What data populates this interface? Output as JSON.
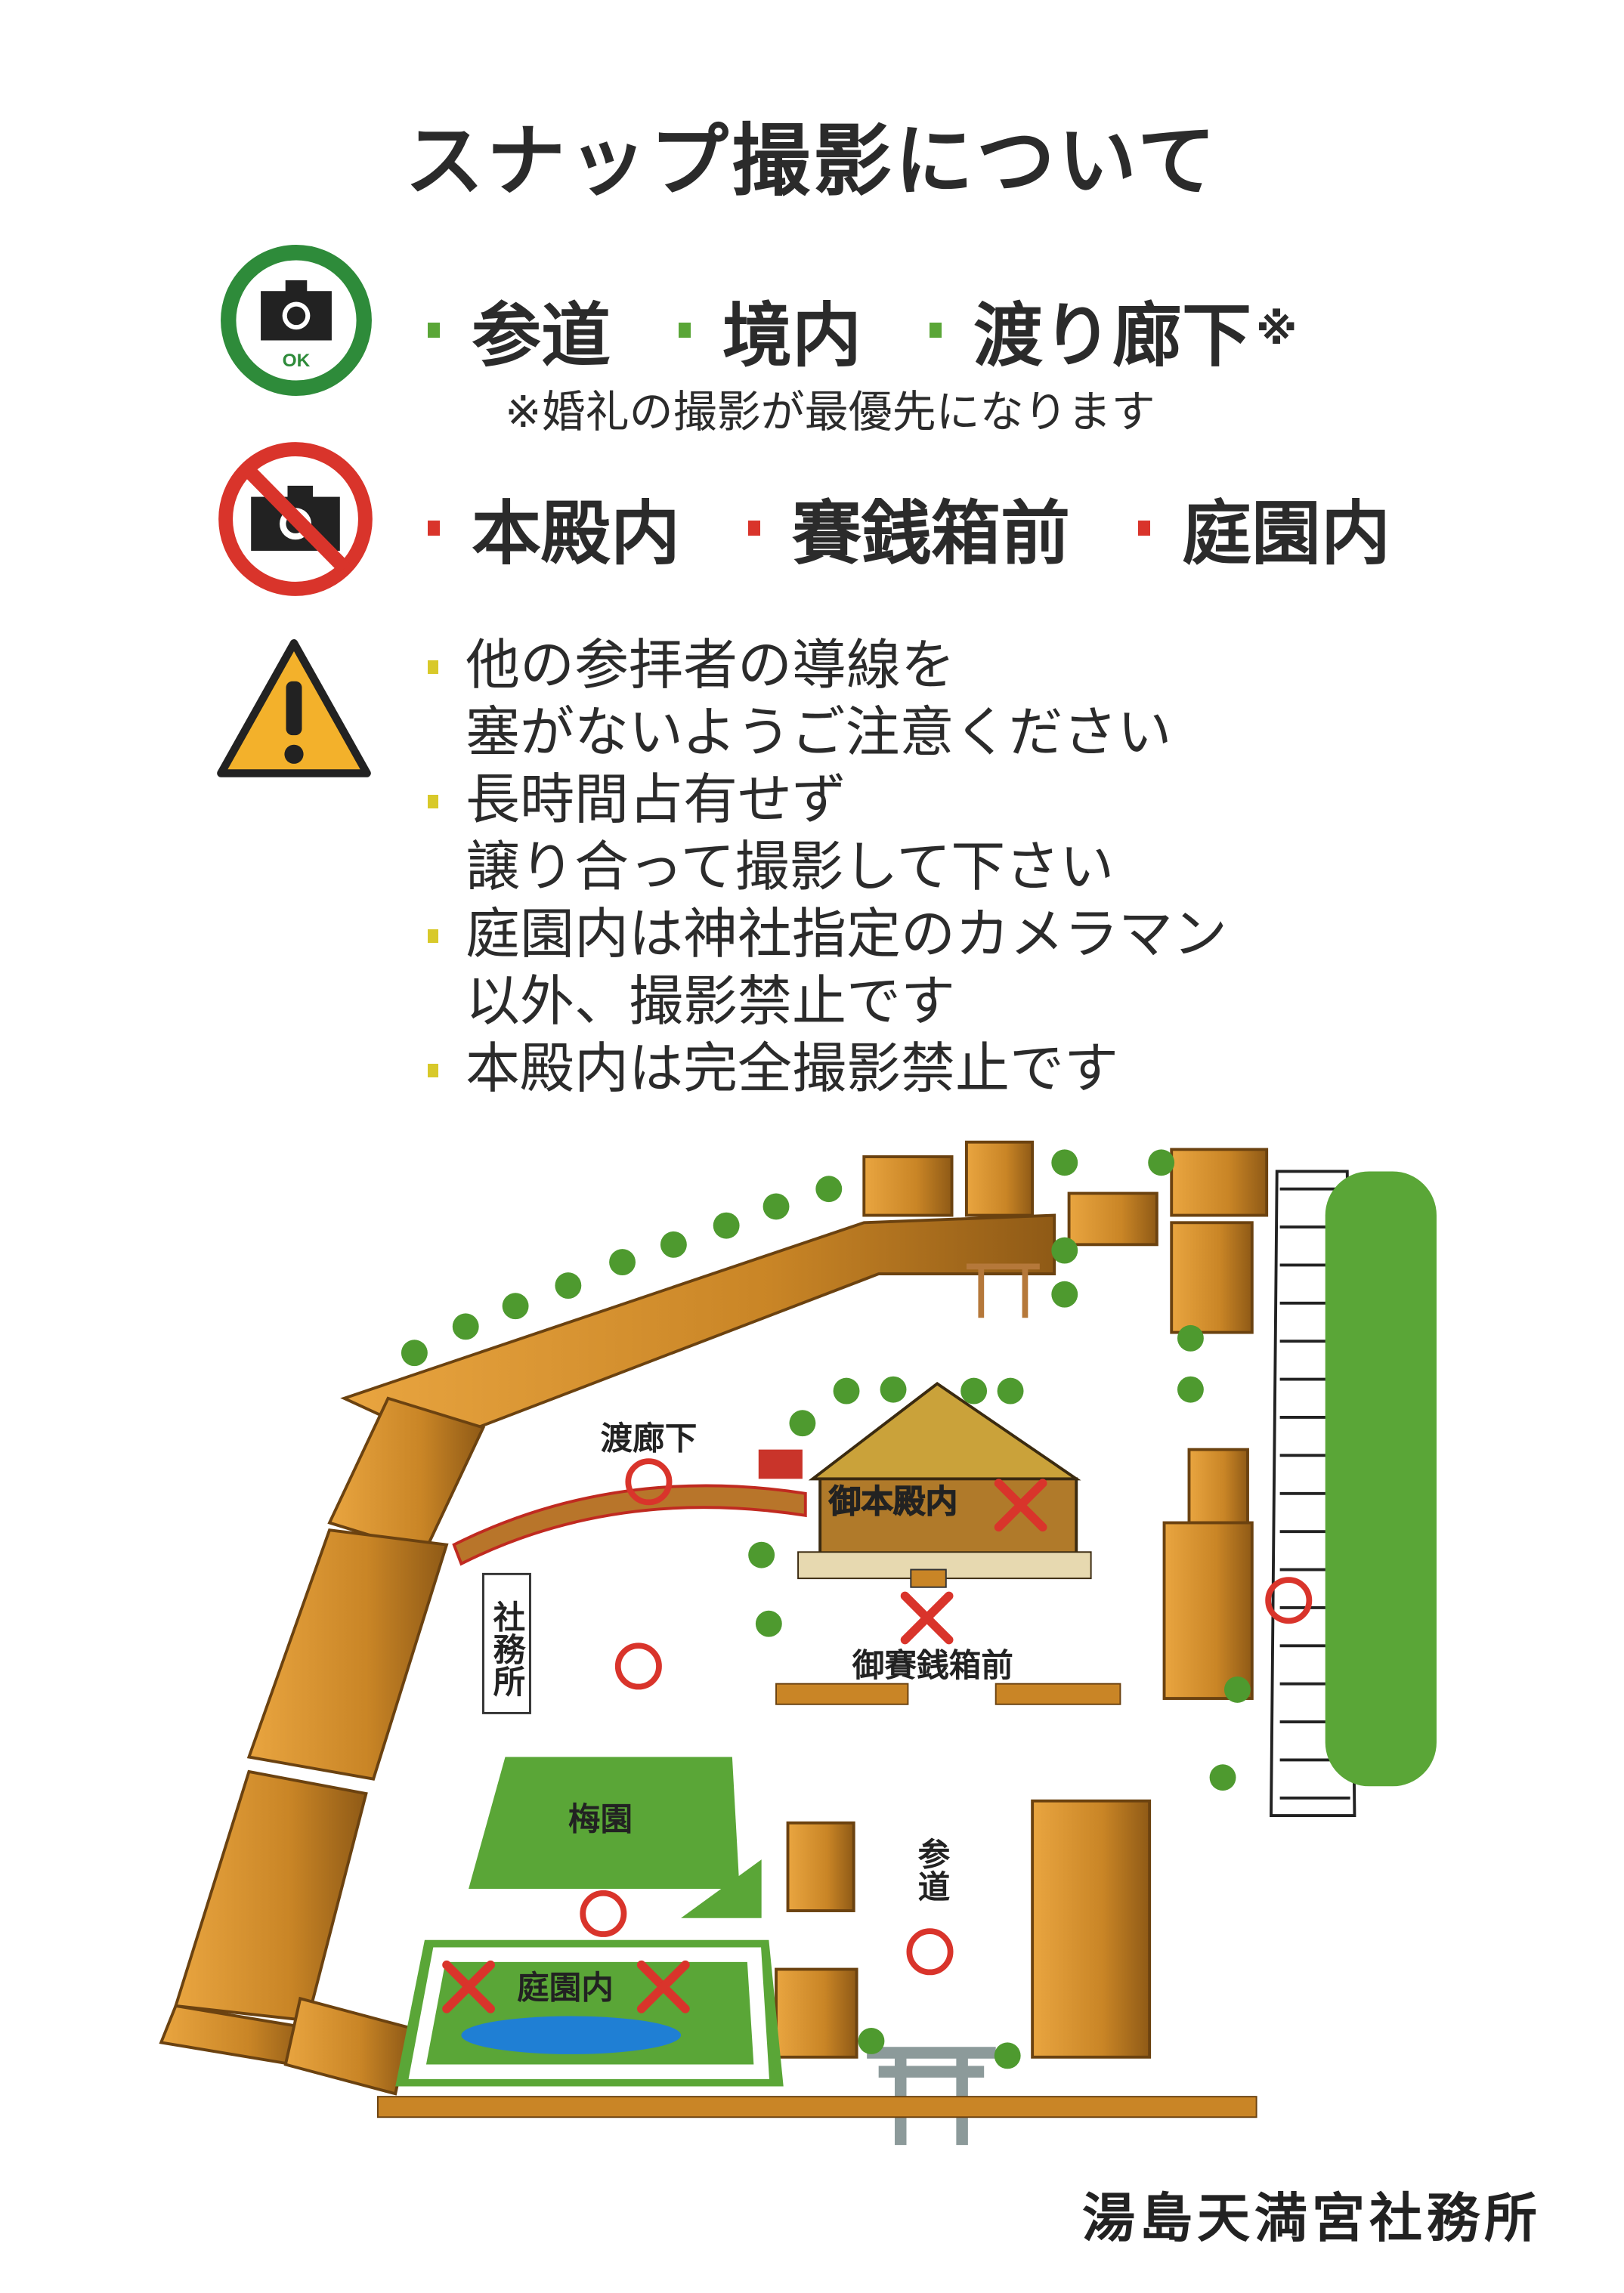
{
  "title": "スナップ撮影について",
  "allowed": {
    "icon": "camera-ok-icon",
    "icon_label": "OK",
    "color": "#2e8b3a",
    "items": [
      "参道",
      "境内",
      "渡り廊下"
    ],
    "asterisk": "※",
    "note": "※婚礼の撮影が最優先になります"
  },
  "prohibited": {
    "icon": "camera-prohibited-icon",
    "color": "#d9342b",
    "items": [
      "本殿内",
      "賽銭箱前",
      "庭園内"
    ]
  },
  "cautions": {
    "icon": "warning-icon",
    "items": [
      {
        "lines": [
          "他の参拝者の導線を",
          "塞がないようご注意ください"
        ]
      },
      {
        "lines": [
          "長時間占有せず",
          "譲り合って撮影して下さい"
        ]
      },
      {
        "lines": [
          "庭園内は神社指定のカメラマン",
          "以外、撮影禁止です"
        ]
      },
      {
        "lines": [
          "本殿内は完全撮影禁止です"
        ]
      }
    ]
  },
  "map": {
    "labels": {
      "corridor": "渡廊下",
      "main_hall": "御本殿内",
      "offering_box": "御賽銭箱前",
      "office": "社務所",
      "plum_garden": "梅園",
      "approach": "参道",
      "garden": "庭園内"
    },
    "allowed_mark": "circle",
    "prohibited_mark": "cross"
  },
  "footer": "湯島天満宮社務所"
}
